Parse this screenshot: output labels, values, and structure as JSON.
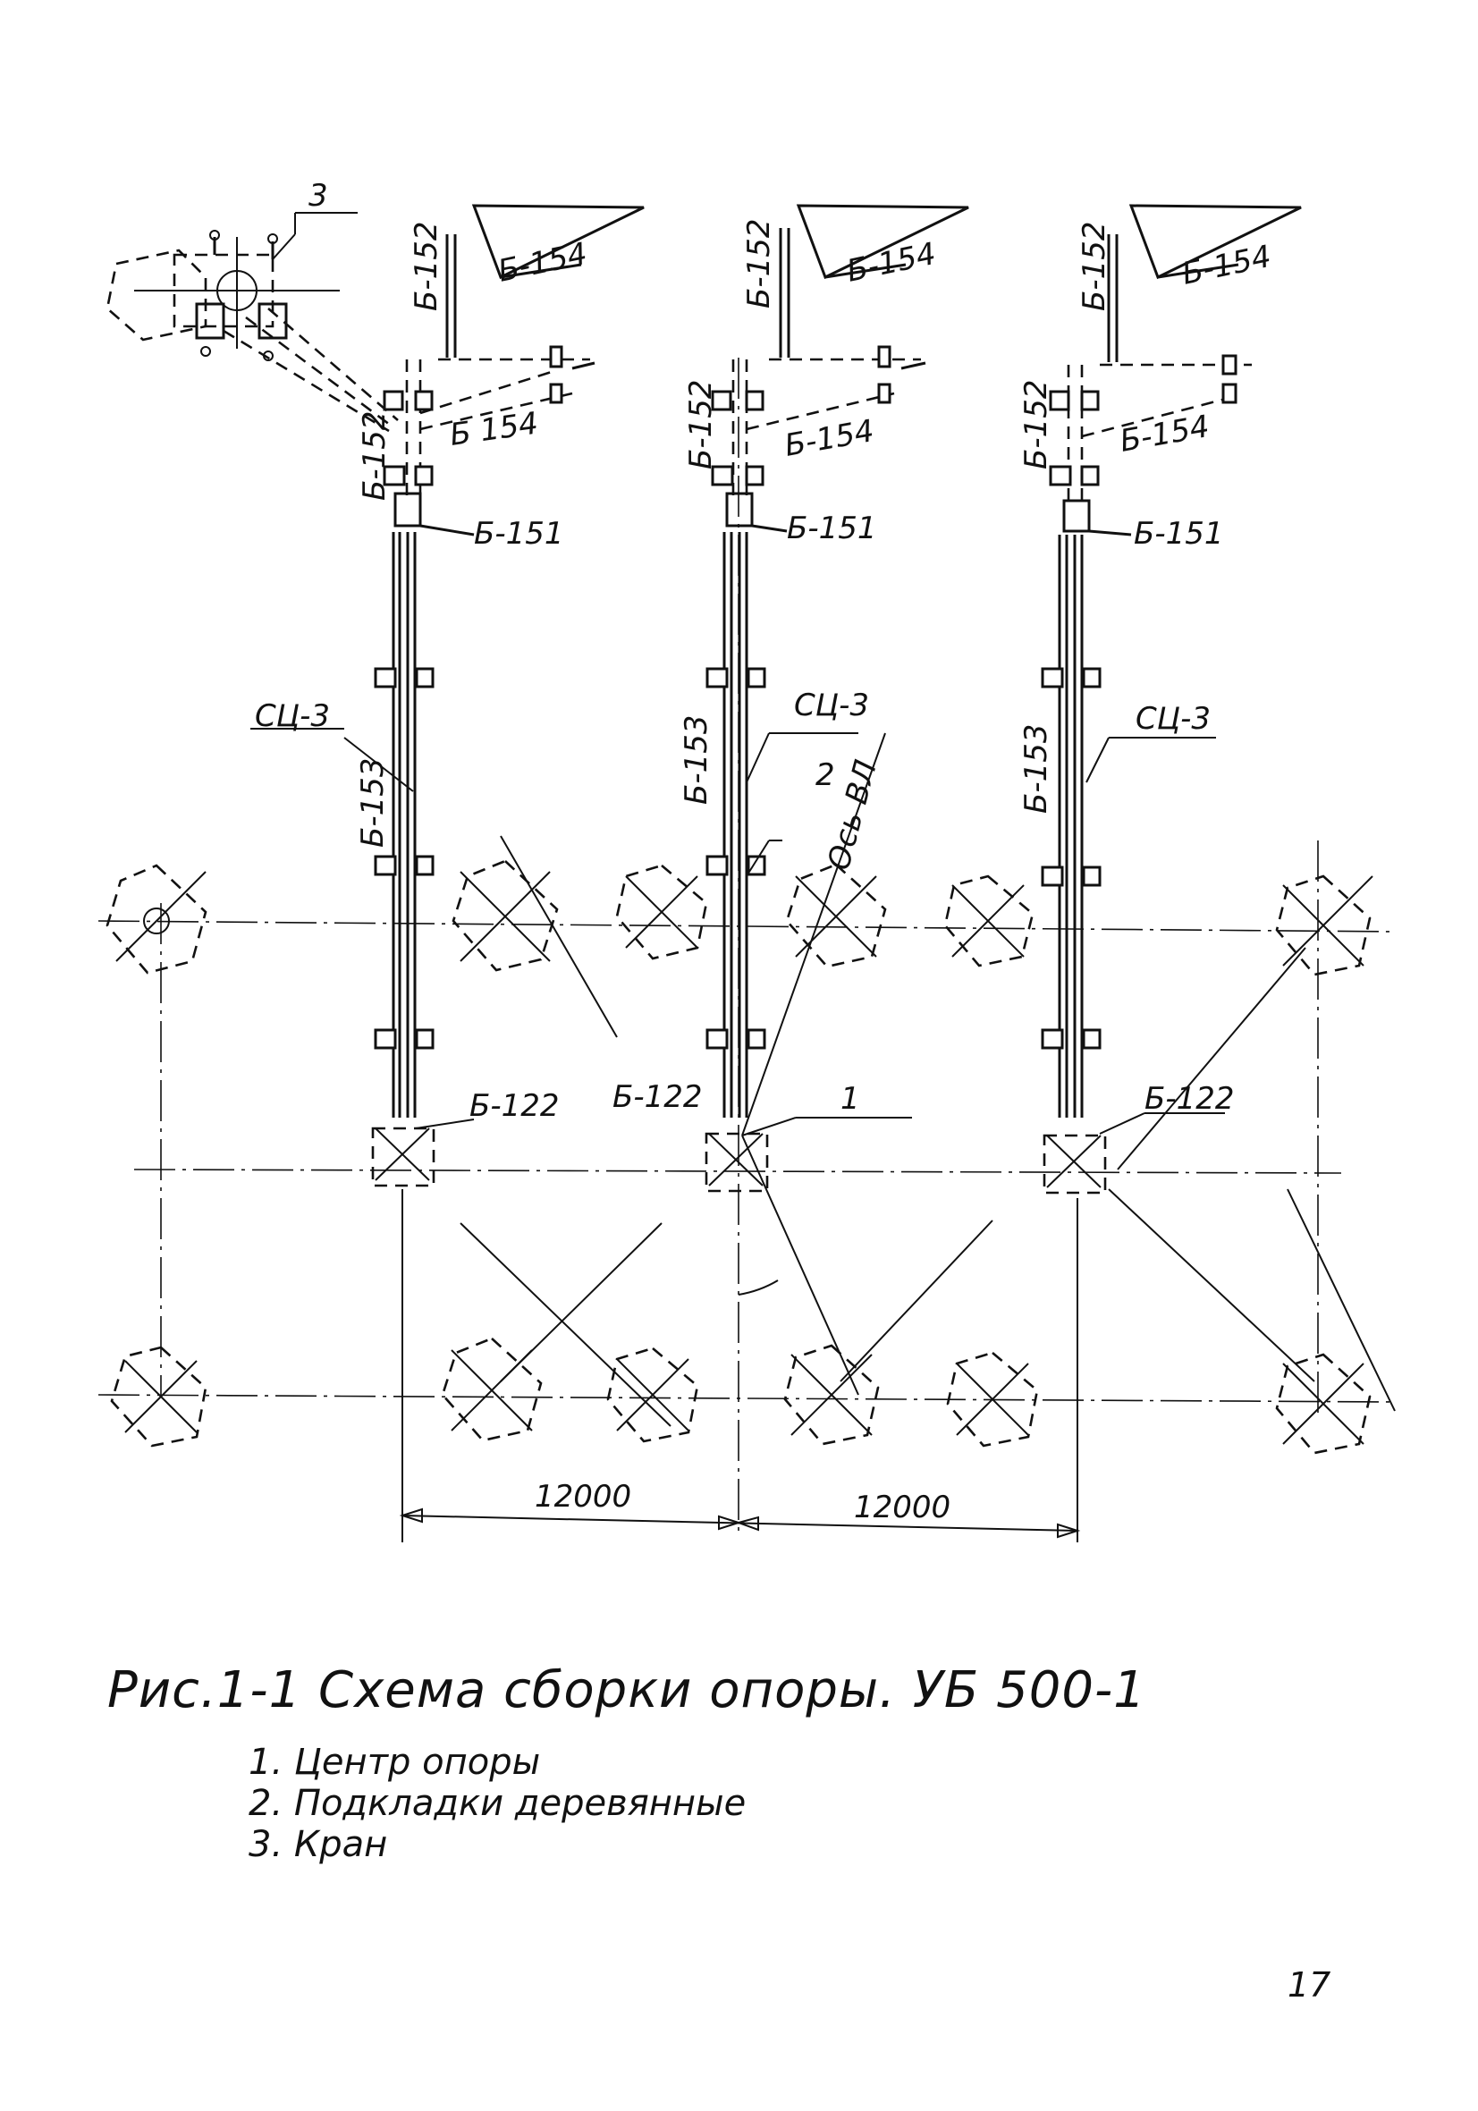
{
  "figure": {
    "caption": "Рис.1-1 Схема сборки опоры. УБ 500-1",
    "legend": [
      "1. Центр опоры",
      "2. Подкладки деревянные",
      "3. Кран"
    ],
    "page_number": "17"
  },
  "labels": {
    "b152": "Б-152",
    "b154": "Б-154",
    "b154_alt": "Б 154",
    "b151": "Б-151",
    "b153": "Б-153",
    "sc3": "СЦ-3",
    "b122": "Б-122",
    "axis": "Ось ВЛ",
    "callout_1": "1",
    "callout_2": "2",
    "callout_3": "3"
  },
  "dimensions": {
    "span_left": "12000",
    "span_right": "12000"
  }
}
